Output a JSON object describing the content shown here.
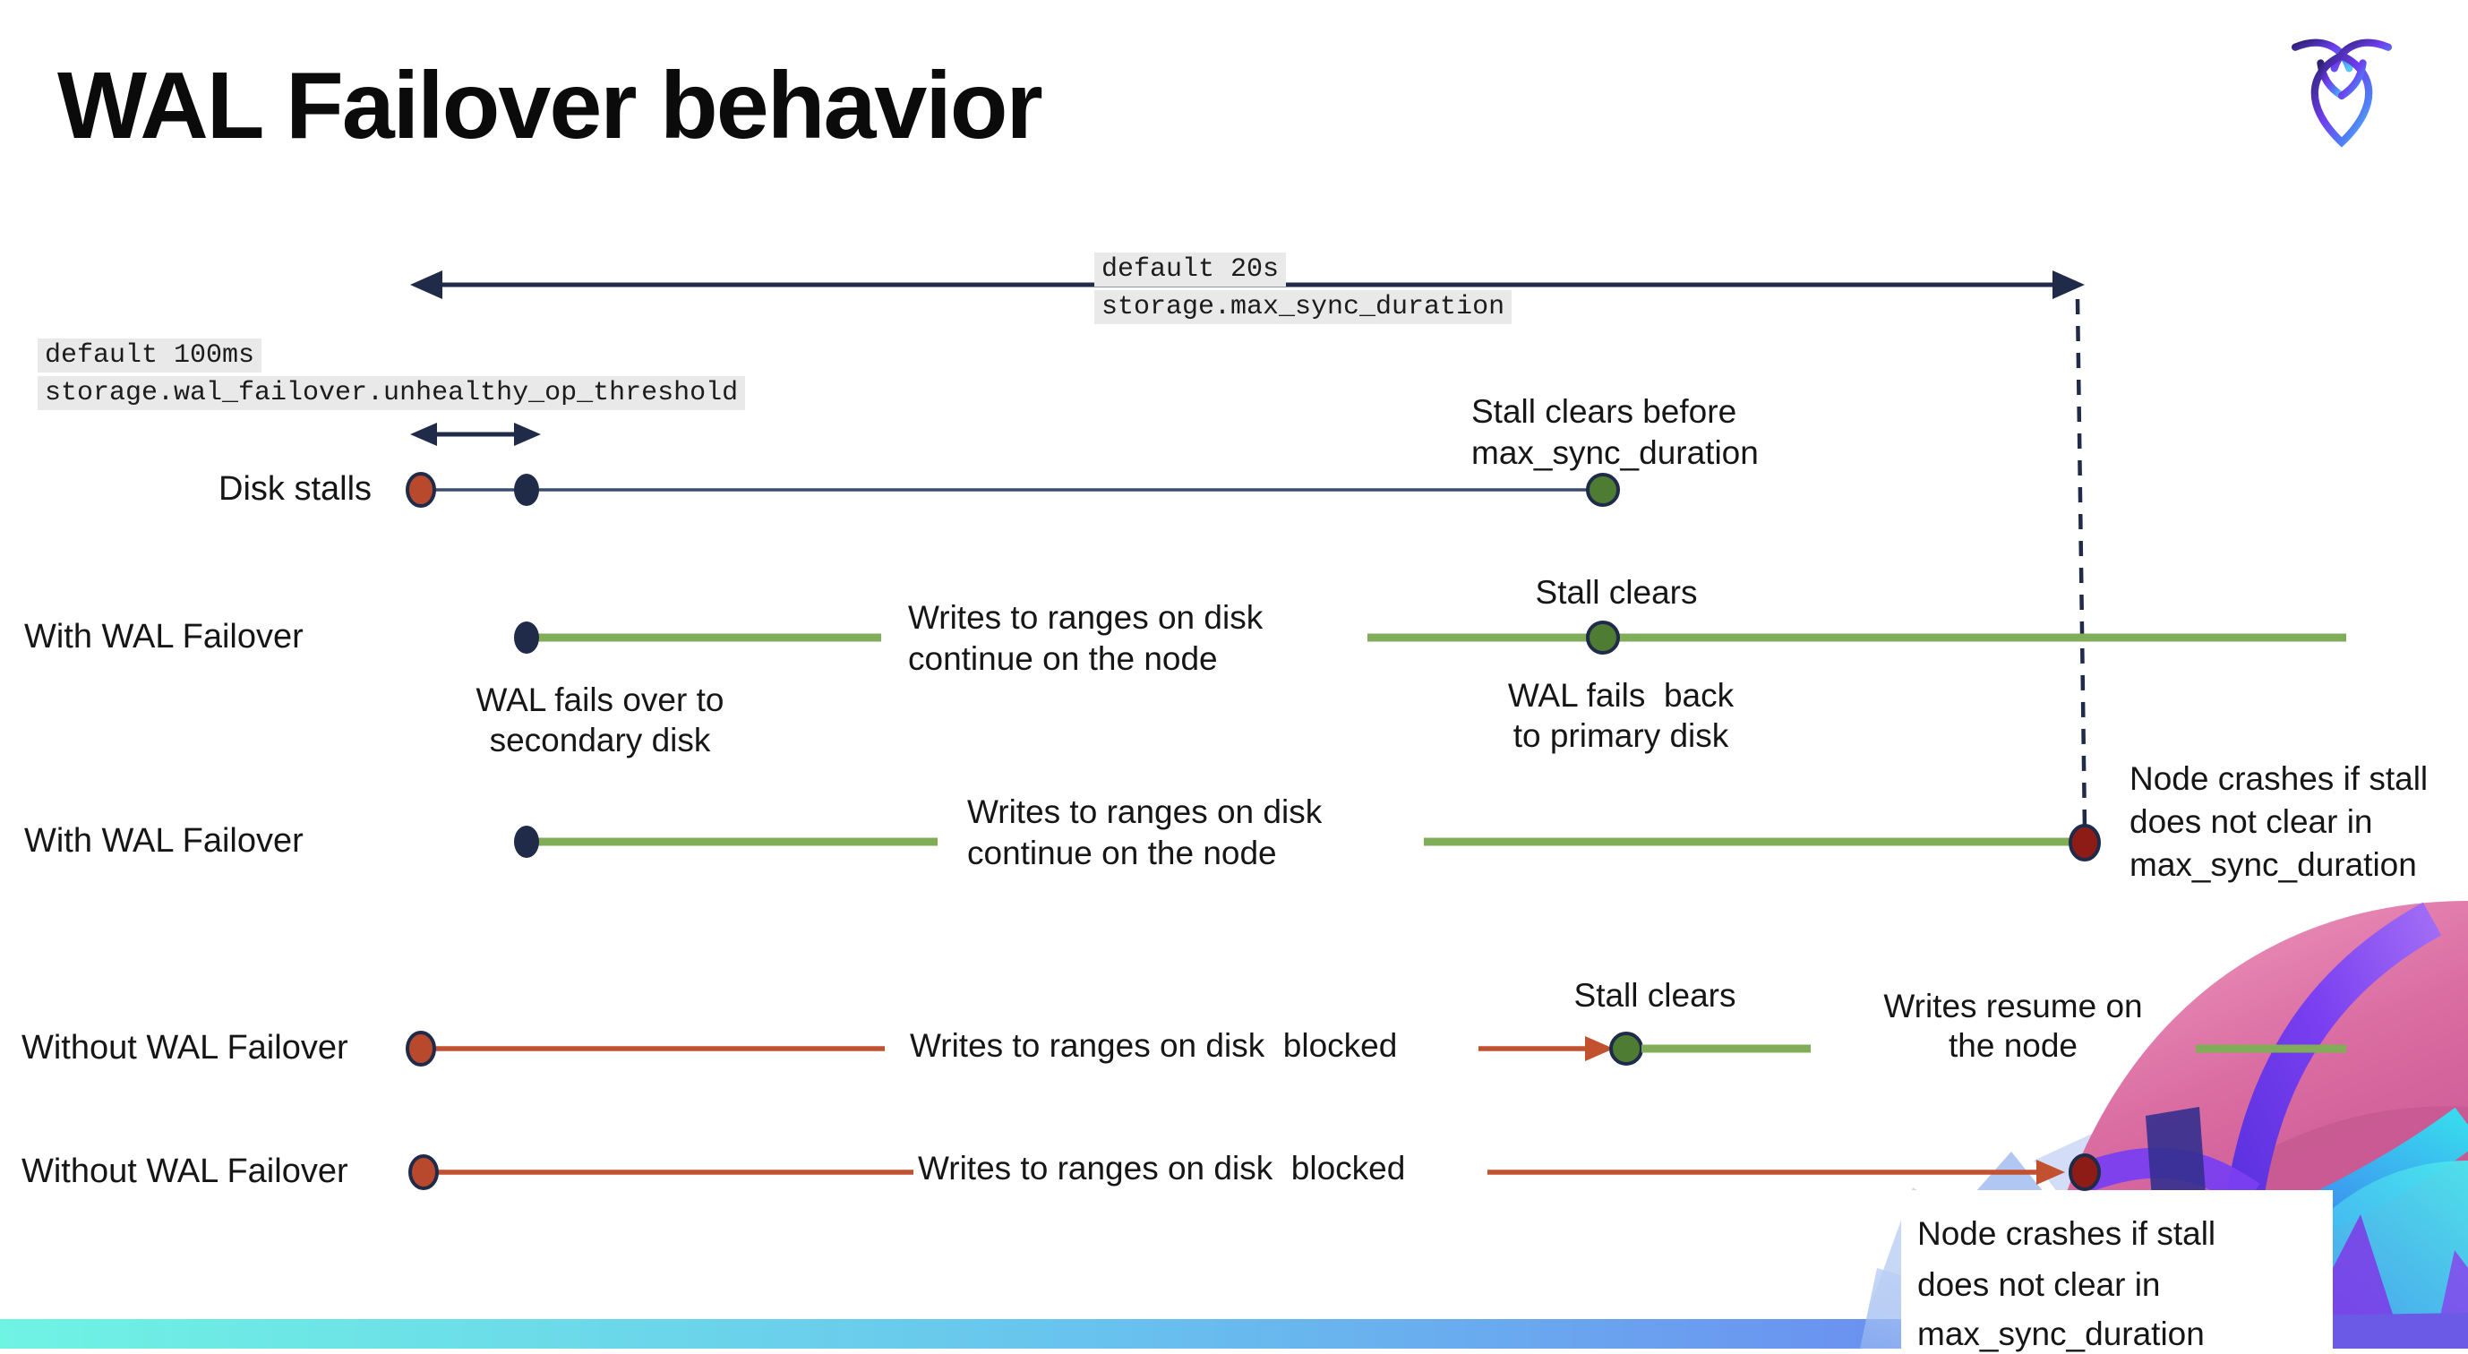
{
  "title": "WAL Failover behavior",
  "settings": {
    "max_sync": {
      "default_label": "default 20s",
      "setting_name": "storage.max_sync_duration"
    },
    "unhealthy_op": {
      "default_label": "default 100ms",
      "setting_name": "storage.wal_failover.unhealthy_op_threshold"
    }
  },
  "rows": [
    {
      "label": "Disk stalls",
      "note": {
        "line1": "Stall clears before",
        "line2": "max_sync_duration"
      }
    },
    {
      "label": "With WAL Failover",
      "mid": {
        "line1": "Writes to ranges on disk",
        "line2": "continue on the node"
      },
      "stall_note": "Stall clears",
      "failover_note": {
        "line1": "WAL fails over to",
        "line2": "secondary disk"
      },
      "failback_note": {
        "line1": "WAL fails  back",
        "line2": "to primary disk"
      }
    },
    {
      "label": "With WAL Failover",
      "mid": {
        "line1": "Writes to ranges on disk",
        "line2": "continue on the node"
      },
      "crash_note": {
        "line1": "Node crashes if stall",
        "line2": "does not clear in",
        "line3": "max_sync_duration"
      }
    },
    {
      "label": "Without WAL Failover",
      "mid": "Writes to ranges on disk  blocked",
      "stall_note": "Stall clears",
      "resume_note": {
        "line1": "Writes resume on",
        "line2": "the node"
      }
    },
    {
      "label": "Without WAL Failover",
      "mid": "Writes to ranges on disk  blocked",
      "crash_box": {
        "line1": "Node crashes if stall",
        "line2": "does not clear in",
        "line3": "max_sync_duration"
      }
    }
  ],
  "colors": {
    "navy": "#1f2b48",
    "thin_line_navy": "#3a4d70",
    "green_line": "#82ad58",
    "green_dot": "#4e7c33",
    "red_line": "#c2512f",
    "red_dot": "#b8492c",
    "maroon_dot": "#8e1c16",
    "label_bg": "#e9e9e9",
    "bar_gradient": [
      "#6ff3e3",
      "#68c2ee",
      "#6a68e8"
    ]
  }
}
